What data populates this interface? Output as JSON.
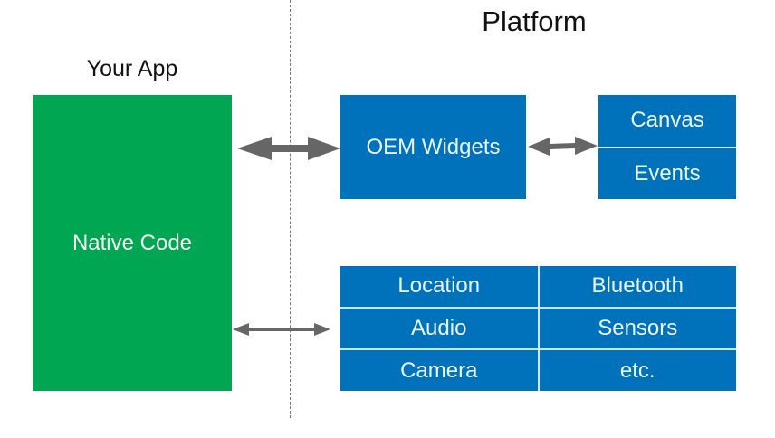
{
  "app_side": {
    "title": "Your App",
    "box_label": "Native Code"
  },
  "platform_side": {
    "title": "Platform",
    "widgets_label": "OEM Widgets",
    "rendering": [
      "Canvas",
      "Events"
    ],
    "services": [
      "Location",
      "Bluetooth",
      "Audio",
      "Sensors",
      "Camera",
      "etc."
    ]
  },
  "colors": {
    "app": "#00a651",
    "platform": "#0072bc",
    "arrow": "#666666"
  }
}
